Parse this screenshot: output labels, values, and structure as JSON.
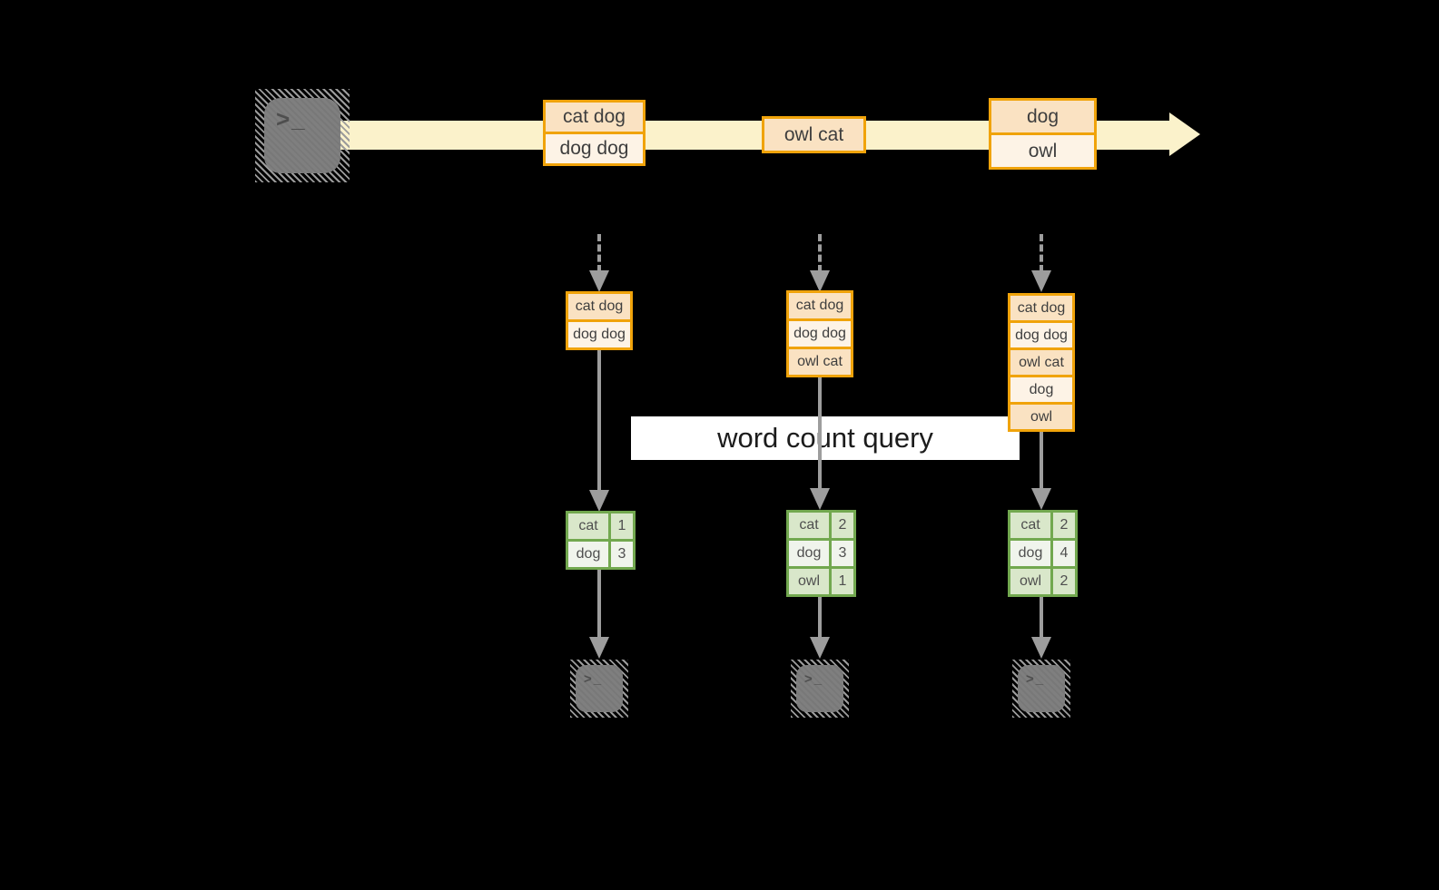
{
  "query_label": "word count query",
  "icons": {
    "terminal": {
      "name": "terminal-icon",
      "glyph": ">_"
    }
  },
  "stream": {
    "batches": [
      {
        "rows": [
          "cat dog",
          "dog dog"
        ]
      },
      {
        "rows": [
          "owl cat"
        ]
      },
      {
        "rows": [
          "dog",
          "owl"
        ]
      }
    ]
  },
  "columns": [
    {
      "state": [
        "cat dog",
        "dog dog"
      ],
      "counts": [
        {
          "word": "cat",
          "count": "1"
        },
        {
          "word": "dog",
          "count": "3"
        }
      ]
    },
    {
      "state": [
        "cat dog",
        "dog dog",
        "owl cat"
      ],
      "counts": [
        {
          "word": "cat",
          "count": "2"
        },
        {
          "word": "dog",
          "count": "3"
        },
        {
          "word": "owl",
          "count": "1"
        }
      ]
    },
    {
      "state": [
        "cat dog",
        "dog dog",
        "owl cat",
        "dog",
        "owl"
      ],
      "counts": [
        {
          "word": "cat",
          "count": "2"
        },
        {
          "word": "dog",
          "count": "4"
        },
        {
          "word": "owl",
          "count": "2"
        }
      ]
    }
  ],
  "colors": {
    "background": "#000000",
    "stream_band": "#fbf2cb",
    "orange_border": "#f0a30a",
    "orange_fill_dark": "#fae2c2",
    "orange_fill_light": "#fdf3e6",
    "green_border": "#72a84f",
    "green_fill_dark": "#d9e7ca",
    "green_fill_light": "#f0f4ec",
    "line_gray": "#9d9d9d",
    "terminal_gray": "#7f7f7f",
    "glyph_gray": "#4e4e4e",
    "label_bg": "#ffffff",
    "text_dark": "#3e3e3e",
    "label_text": "#1c1c1c"
  }
}
